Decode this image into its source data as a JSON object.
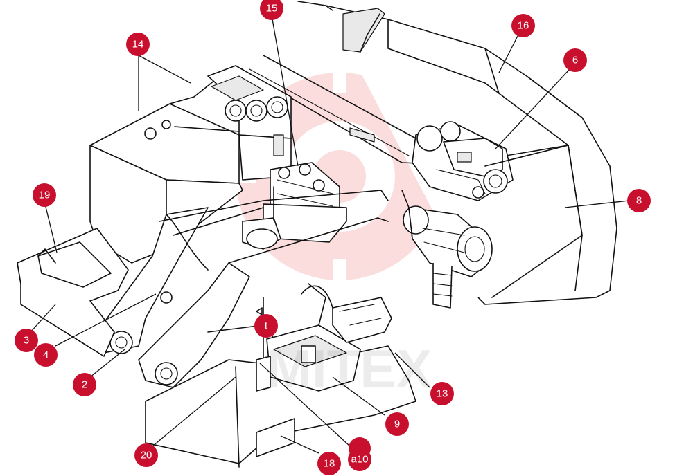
{
  "diagram": {
    "watermark": "MITEX",
    "callouts": [
      {
        "id": "c15",
        "label": "15"
      },
      {
        "id": "c16",
        "label": "16"
      },
      {
        "id": "c14",
        "label": "14"
      },
      {
        "id": "c6",
        "label": "6"
      },
      {
        "id": "c8",
        "label": "8"
      },
      {
        "id": "c19",
        "label": "19"
      },
      {
        "id": "c3",
        "label": "3"
      },
      {
        "id": "c4",
        "label": "4"
      },
      {
        "id": "c2",
        "label": "2"
      },
      {
        "id": "ct",
        "label": "t"
      },
      {
        "id": "c13",
        "label": "13"
      },
      {
        "id": "c9",
        "label": "9"
      },
      {
        "id": "c20",
        "label": "20"
      },
      {
        "id": "c18",
        "label": "18"
      },
      {
        "id": "c10",
        "label": "a10"
      }
    ]
  }
}
